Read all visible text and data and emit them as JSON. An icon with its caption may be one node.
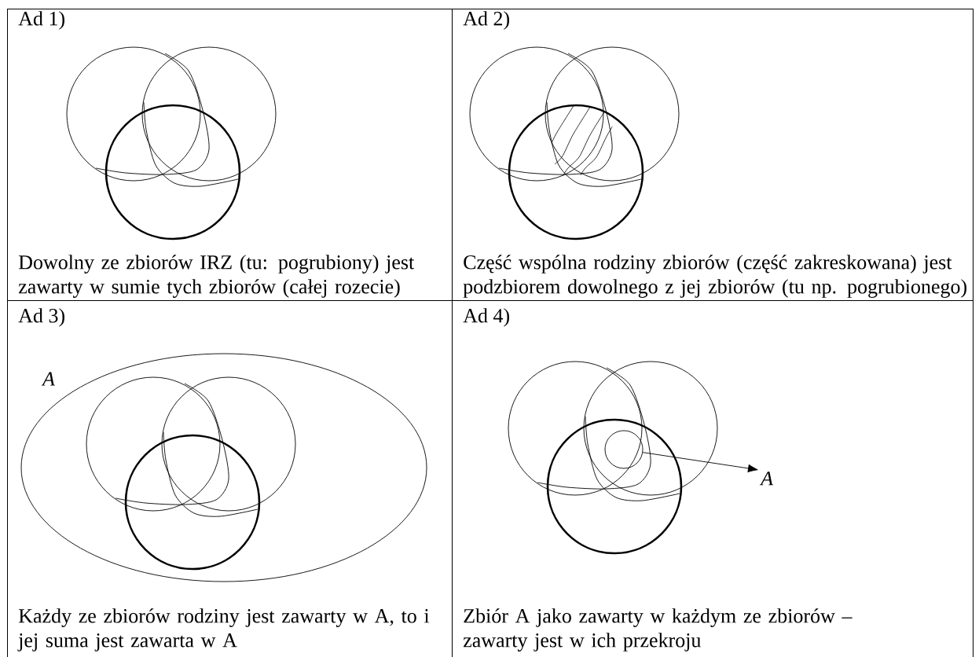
{
  "diagram": {
    "nodes": [
      {
        "text": [
          "Ad 1)",
          "Dowolny ze zbiorów IRZ (tu: pogrubiony) jest zawarty w sumie tych zbiorów (całej rozecie)"
        ]
      },
      {
        "text": [
          "Ad 2)",
          "Część wspólna rodziny zbiorów (część zakreskowana) jest podzbiorem dowolnego z jej zbiorów (tu np. pogrubionego)"
        ]
      },
      {
        "text": [
          "Ad 3)",
          "Każdy ze zbiorów rodziny jest zawarty w A, to i jej suma jest zawarta w A"
        ]
      },
      {
        "text": [
          "Ad 4)",
          "Zbiór A jako zawarty w każdym ze zbiorów – zawarty jest w ich przekroju"
        ]
      },
      {
        "text": [
          "A"
        ],
        "in": 2
      },
      {
        "text": [],
        "shape": "circle",
        "in": 3
      },
      {
        "text": [
          "A"
        ],
        "in": 3
      }
    ],
    "edges": [
      {
        "from": 5,
        "to": 6,
        "arrow": "to"
      }
    ]
  }
}
